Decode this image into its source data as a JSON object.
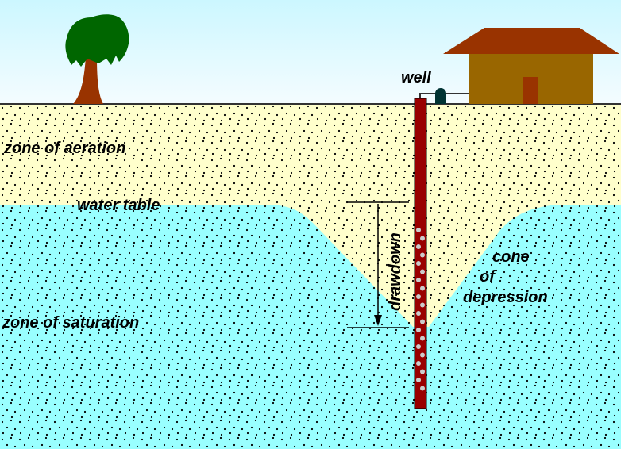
{
  "diagram": {
    "title": "Well drawdown and cone of depression",
    "labels": {
      "well": "well",
      "zone_of_aeration": "zone of aeration",
      "water_table": "water table",
      "drawdown": "drawdown",
      "cone_line1": "cone",
      "cone_line2": "of",
      "cone_line3": "depression",
      "zone_of_saturation": "zone of saturation"
    },
    "colors": {
      "sky_top": "#ccf7ff",
      "sky_bottom": "#f4fcff",
      "aeration_zone": "#ffffcc",
      "saturation_zone": "#99ffff",
      "ground_line": "#333333",
      "tree_canopy": "#006600",
      "tree_trunk": "#993300",
      "house_roof": "#993300",
      "house_wall": "#996600",
      "house_door": "#993300",
      "well_casing": "#990000",
      "pump": "#003333",
      "dots": "#000000",
      "screen_holes": "#cccccc"
    },
    "icons": {
      "tree": "tree-icon",
      "house": "house-icon",
      "pump": "pump-icon",
      "arrow": "arrow-down-icon"
    }
  }
}
